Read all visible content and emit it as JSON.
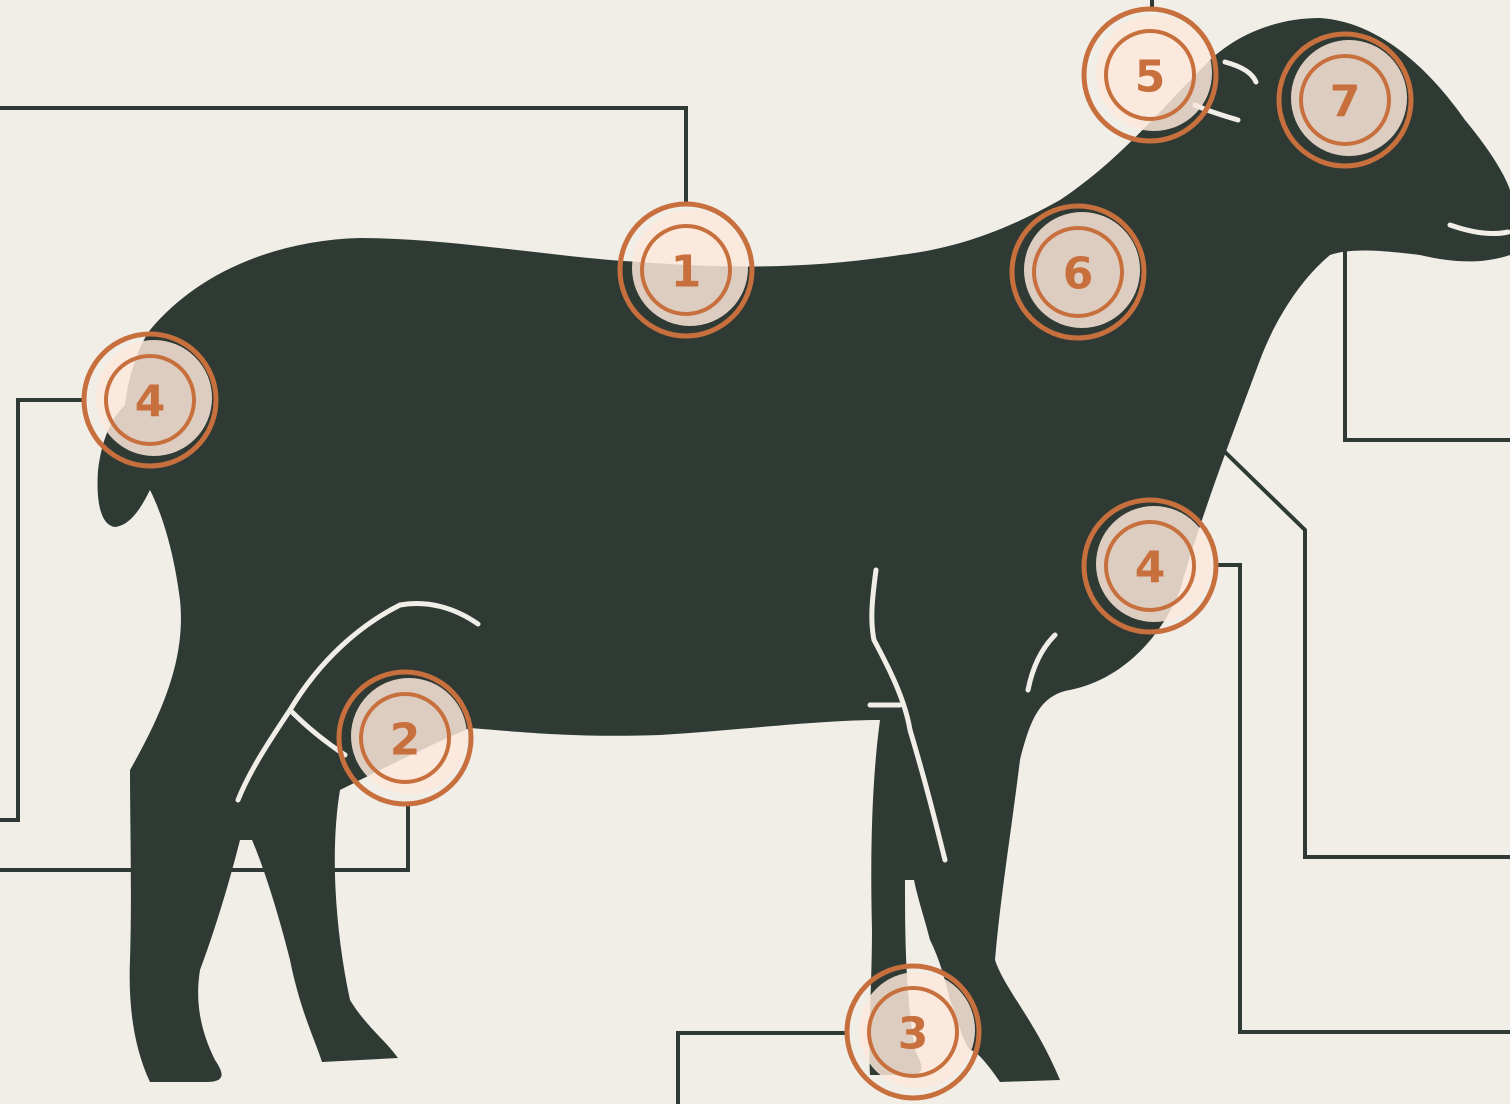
{
  "diagram": {
    "colors": {
      "background": "#f1eee8",
      "silhouette": "#2f3a35",
      "leader_line": "#2f3a35",
      "marker_accent": "#c8703d",
      "marker_glow": "#fbe7d9"
    },
    "markers": [
      {
        "id": "back",
        "label": "1"
      },
      {
        "id": "stifle",
        "label": "2"
      },
      {
        "id": "hoof",
        "label": "3"
      },
      {
        "id": "rump",
        "label": "4"
      },
      {
        "id": "brisket",
        "label": "4"
      },
      {
        "id": "poll",
        "label": "5"
      },
      {
        "id": "neck",
        "label": "6"
      },
      {
        "id": "face",
        "label": "7"
      }
    ]
  }
}
